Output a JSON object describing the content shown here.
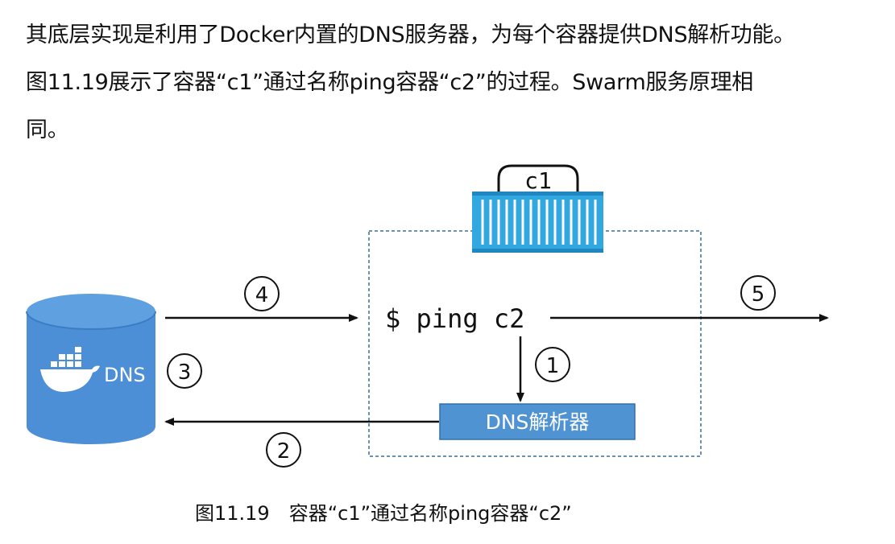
{
  "paragraph": {
    "line1": "其底层实现是利用了Docker内置的DNS服务器，为每个容器提供DNS解析功能。",
    "line2": "图11.19展示了容器“c1”通过名称ping容器“c2”的过程。Swarm服务原理相",
    "line3": "同。"
  },
  "diagram": {
    "container_label": "c1",
    "command": "$ ping c2",
    "dns_label": "DNS",
    "resolver_label": "DNS解析器",
    "steps": [
      "1",
      "2",
      "3",
      "4",
      "5"
    ],
    "colors": {
      "cylinder": "#4d8fd6",
      "container": "#31a8e0",
      "resolver_fill": "#4f93d3",
      "resolver_border": "#2e6fb0",
      "dashed_border": "#3a6f9c"
    }
  },
  "caption": {
    "number": "图11.19",
    "text": "容器“c1”通过名称ping容器“c2”"
  }
}
